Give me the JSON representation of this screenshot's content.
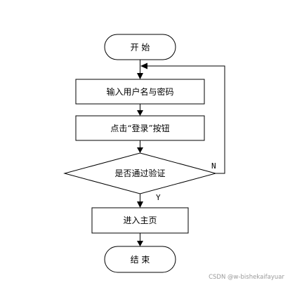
{
  "flowchart": {
    "start": "开 始",
    "enter_credentials": "输入用户名与密码",
    "click_login": "点击“登录”按钮",
    "decision": "是否通过验证",
    "branch_no": "N",
    "branch_yes": "Y",
    "enter_homepage": "进入主页",
    "end": "结 束"
  },
  "watermark": "CSDN @w-bishekaifayuar"
}
